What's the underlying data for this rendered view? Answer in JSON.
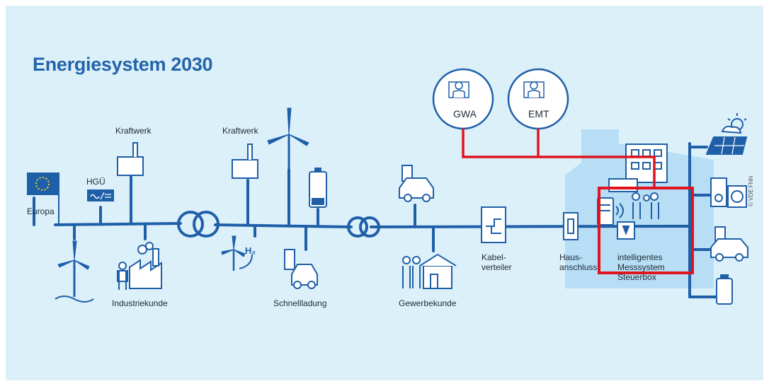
{
  "title": "Energiesystem 2030",
  "labels": {
    "europa": "Europa",
    "hgu": "HGÜ",
    "kraftwerk_1": "Kraftwerk",
    "kraftwerk_2": "Kraftwerk",
    "industriekunde": "Industriekunde",
    "schnellladung": "Schnellladung",
    "gewerbekunde": "Gewerbekunde",
    "kabelverteiler": "Kabel-\nverteiler",
    "hausanschluss": "Haus-\nanschluss",
    "smart_meter": "intelligentes\nMesssystem\nSteuerbox",
    "gwa": "GWA",
    "emt": "EMT",
    "h2": "H₂"
  },
  "copyright": "© VDE FNN",
  "colors": {
    "background": "#dcf0fa",
    "grid_line": "#1f5fa8",
    "title": "#2364a9",
    "highlight": "#e0141e",
    "house_fill": "#b7def5"
  },
  "icons": [
    "eu-flag-icon",
    "hgu-converter-icon",
    "power-plant-icon",
    "wind-turbine-icon",
    "transformer-icon",
    "battery-icon",
    "hydrogen-wind-icon",
    "ev-charging-icon",
    "factory-icon",
    "people-shop-icon",
    "cable-distributor-icon",
    "house-connection-icon",
    "smart-meter-icon",
    "solar-panel-icon",
    "heat-pump-icon",
    "electric-car-icon",
    "operator-workstation-icon"
  ]
}
